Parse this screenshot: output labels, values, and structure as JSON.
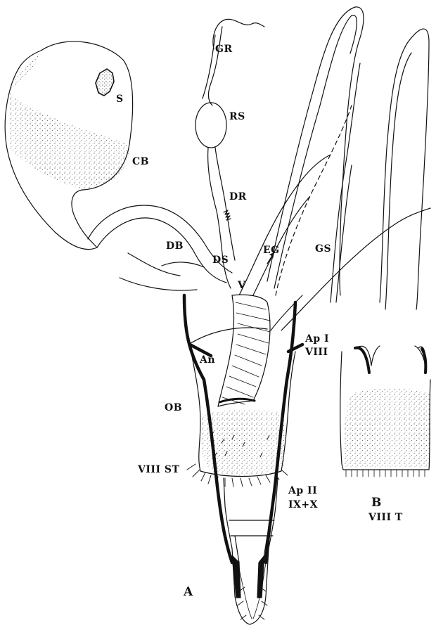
{
  "figure": {
    "panel_a": "A",
    "panel_b": "B",
    "labels": {
      "gr": "GR",
      "rs": "RS",
      "s": "S",
      "cb": "CB",
      "dr": "DR",
      "db": "DB",
      "ds": "DS",
      "eg": "EG",
      "gs": "GS",
      "v": "V",
      "ap1": "Ap I",
      "viii": "VIII",
      "an": "An",
      "ob": "OB",
      "viii_st": "VIII ST",
      "ap2": "Ap II",
      "ix_x": "IX+X",
      "viii_t": "VIII  T"
    }
  }
}
